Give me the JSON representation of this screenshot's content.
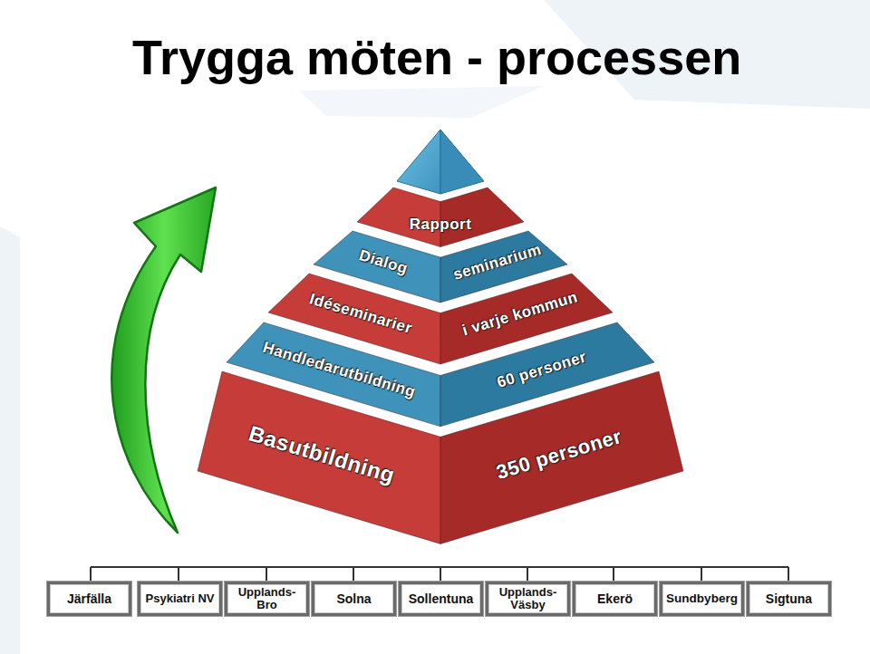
{
  "diagram": {
    "title": "Trygga möten - processen",
    "nodes": [
      {
        "text": [
          "Rapport"
        ]
      },
      {
        "text": [
          "Dialog",
          "seminarium"
        ]
      },
      {
        "text": [
          "Idéseminarier",
          "i varje kommun"
        ]
      },
      {
        "text": [
          "Handledarutbildning",
          "60 personer"
        ]
      },
      {
        "text": [
          "Basutbildning",
          "350 personer"
        ]
      },
      {
        "text": [
          "Järfälla"
        ]
      },
      {
        "text": [
          "Psykiatri NV"
        ]
      },
      {
        "text": [
          "Upplands- Bro"
        ]
      },
      {
        "text": [
          "Solna"
        ]
      },
      {
        "text": [
          "Sollentuna"
        ]
      },
      {
        "text": [
          "Upplands- Väsby"
        ]
      },
      {
        "text": [
          "Ekerö"
        ]
      },
      {
        "text": [
          "Sundbyberg"
        ]
      },
      {
        "text": [
          "Sigtuna"
        ]
      }
    ]
  }
}
